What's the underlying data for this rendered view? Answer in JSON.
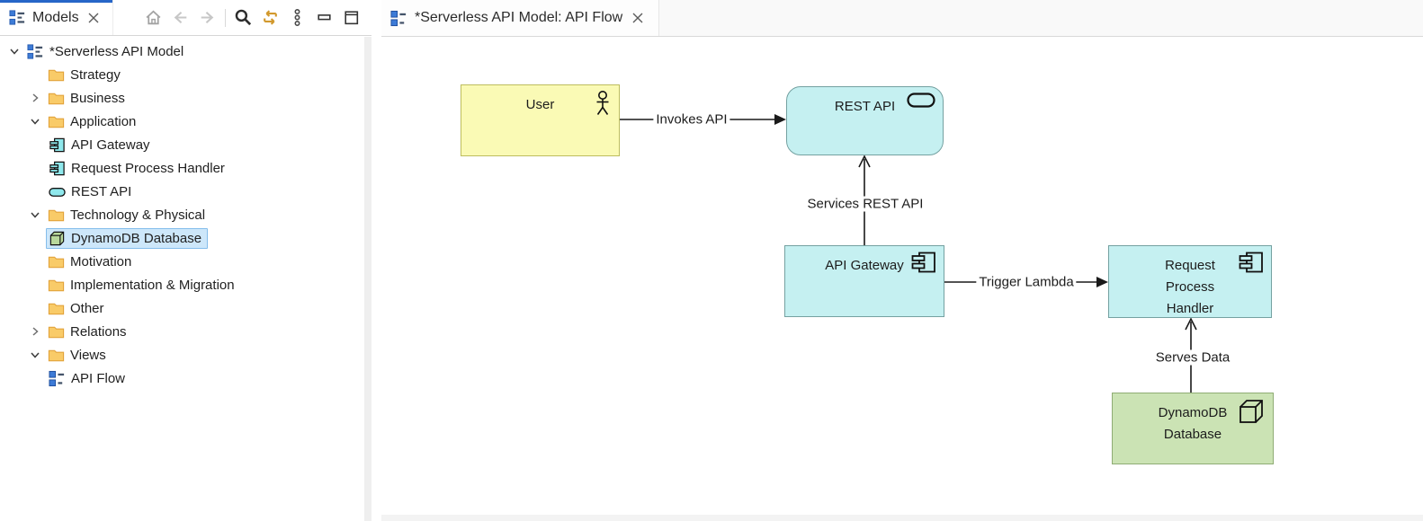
{
  "left_panel": {
    "tab": {
      "label": "Models",
      "icon": "model-tree-icon"
    },
    "toolbar": {
      "icons": [
        "home-icon",
        "back-arrow-icon",
        "forward-arrow-icon",
        "search-icon",
        "sync-icon",
        "more-options-icon",
        "minimize-icon",
        "maximize-icon"
      ]
    }
  },
  "tree": {
    "items": [
      {
        "label": "*Serverless API Model",
        "level": 0,
        "expander": "down",
        "icon": "model-tree-icon"
      },
      {
        "label": "Strategy",
        "level": 1,
        "expander": null,
        "icon": "folder-icon"
      },
      {
        "label": "Business",
        "level": 1,
        "expander": "right",
        "icon": "folder-icon"
      },
      {
        "label": "Application",
        "level": 1,
        "expander": "down",
        "icon": "folder-icon"
      },
      {
        "label": "API Gateway",
        "level": 2,
        "expander": null,
        "icon": "component-icon"
      },
      {
        "label": "Request Process Handler",
        "level": 2,
        "expander": null,
        "icon": "component-icon"
      },
      {
        "label": "REST API",
        "level": 2,
        "expander": null,
        "icon": "service-icon"
      },
      {
        "label": "Technology & Physical",
        "level": 1,
        "expander": "down",
        "icon": "folder-icon"
      },
      {
        "label": "DynamoDB Database",
        "level": 2,
        "expander": null,
        "icon": "node-cube-icon",
        "selected": true
      },
      {
        "label": "Motivation",
        "level": 1,
        "expander": null,
        "icon": "folder-icon"
      },
      {
        "label": "Implementation & Migration",
        "level": 1,
        "expander": null,
        "icon": "folder-icon"
      },
      {
        "label": "Other",
        "level": 1,
        "expander": null,
        "icon": "folder-icon"
      },
      {
        "label": "Relations",
        "level": 1,
        "expander": "right",
        "icon": "folder-icon"
      },
      {
        "label": "Views",
        "level": 1,
        "expander": "down",
        "icon": "folder-icon"
      },
      {
        "label": "API Flow",
        "level": 2,
        "expander": null,
        "icon": "diagram-icon"
      }
    ]
  },
  "editor": {
    "tab": {
      "label": "*Serverless API Model: API Flow",
      "icon": "diagram-icon"
    }
  },
  "diagram": {
    "nodes": [
      {
        "id": "user",
        "label": "User",
        "icon": "actor-icon",
        "fill": "#FAFAB5"
      },
      {
        "id": "rest-api",
        "label": "REST API",
        "icon": "service-oval-icon",
        "fill": "#C5F0F1"
      },
      {
        "id": "api-gateway",
        "label": "API Gateway",
        "icon": "component-icon",
        "fill": "#C5F0F1"
      },
      {
        "id": "request-process-handler",
        "label": "Request Process Handler",
        "icon": "component-icon",
        "fill": "#C5F0F1"
      },
      {
        "id": "dynamodb-database",
        "label": "DynamoDB Database",
        "icon": "node-cube-icon",
        "fill": "#CBE3B4"
      }
    ],
    "connections": [
      {
        "label": "Invokes API",
        "from": "user",
        "to": "rest-api",
        "arrowhead": "filled"
      },
      {
        "label": "Services REST API",
        "from": "api-gateway",
        "to": "rest-api",
        "arrowhead": "open"
      },
      {
        "label": "Trigger Lambda",
        "from": "api-gateway",
        "to": "request-process-handler",
        "arrowhead": "filled"
      },
      {
        "label": "Serves Data",
        "from": "dynamodb-database",
        "to": "request-process-handler",
        "arrowhead": "open"
      }
    ]
  },
  "colors": {
    "accent_tab": "#2766C8",
    "selection_bg": "#CDE7FA",
    "selection_border": "#84BDEB",
    "business_yellow": "#FAFAB5",
    "application_cyan": "#C5F0F1",
    "technology_green": "#CBE3B4",
    "folder_yellow": "#F9CB68",
    "sync_orange": "#D2992D"
  }
}
